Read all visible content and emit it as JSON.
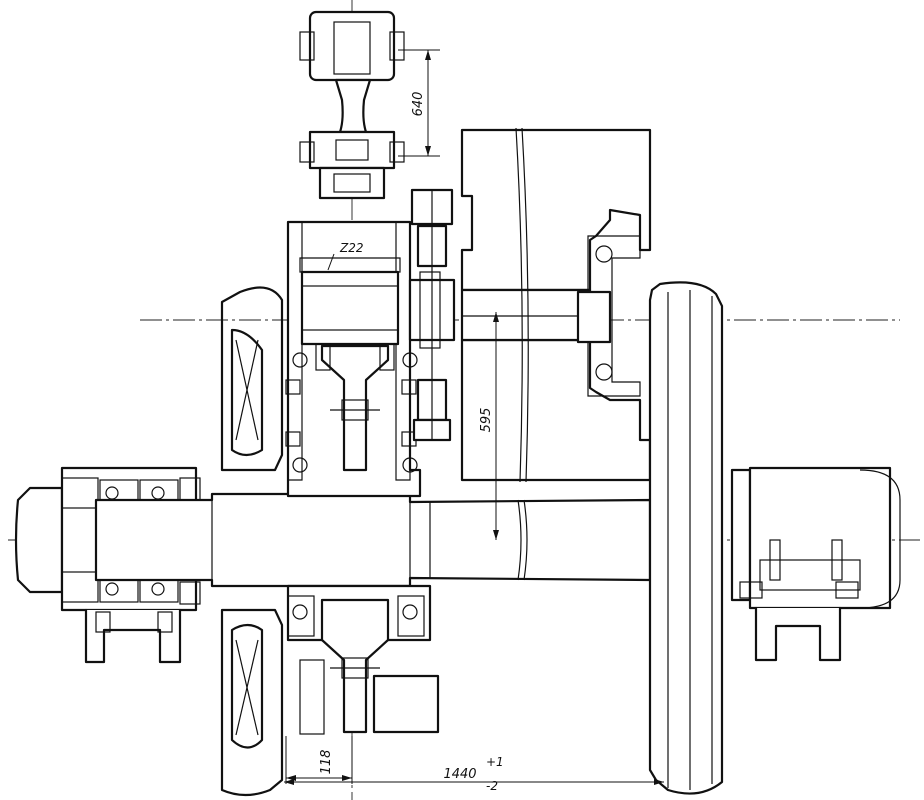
{
  "dimensions": {
    "motor_offset": "640",
    "center_distance": "595",
    "gear_offset": "118",
    "track_gauge": {
      "base": "1440",
      "tol_upper": "+1",
      "tol_lower": "-2"
    }
  },
  "labels": {
    "gear_teeth": "Z22"
  },
  "colors": {
    "line": "#111111",
    "paper": "#ffffff"
  }
}
